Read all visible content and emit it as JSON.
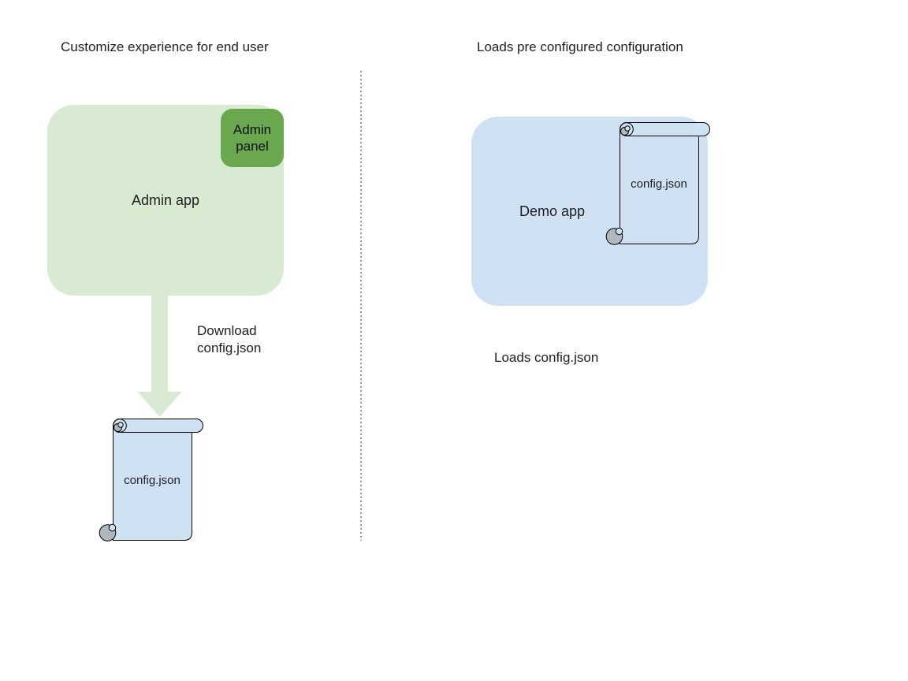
{
  "left_panel": {
    "title": "Customize experience for end user",
    "admin_app_label": "Admin app",
    "admin_panel_label": "Admin panel",
    "download_label": "Download config.json",
    "config_file_label": "config.json"
  },
  "right_panel": {
    "title": "Loads pre configured configuration",
    "demo_app_label": "Demo app",
    "config_file_label": "config.json",
    "loads_label": "Loads config.json"
  },
  "colors": {
    "admin_app_fill": "#d9ead3",
    "admin_panel_fill": "#6aa84f",
    "arrow_fill": "#d9ead3",
    "demo_app_fill": "#cfe2f3",
    "scroll_fill": "#cfe2f3",
    "scroll_curl_gray": "#b0b7bd",
    "outline": "#000000",
    "divider_gray": "#989898",
    "text": "#1f1f1f",
    "background": "#ffffff"
  }
}
